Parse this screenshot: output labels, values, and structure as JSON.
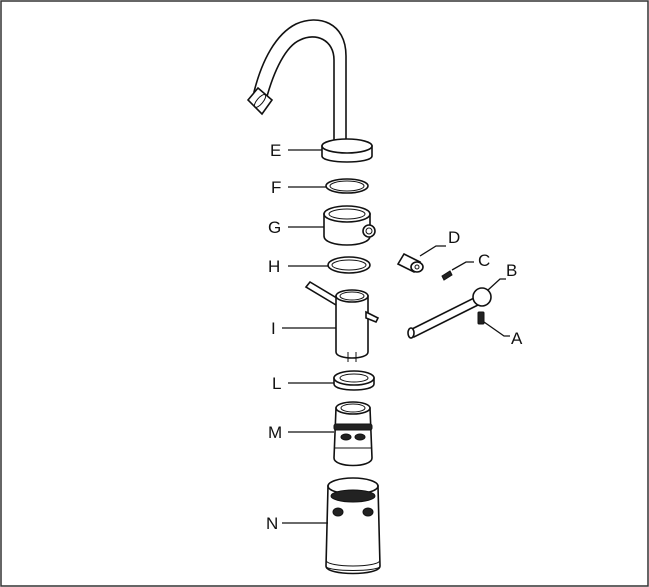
{
  "labels": {
    "A": "A",
    "B": "B",
    "C": "C",
    "D": "D",
    "E": "E",
    "F": "F",
    "G": "G",
    "H": "H",
    "I": "I",
    "L": "L",
    "M": "M",
    "N": "N"
  },
  "colors": {
    "line": "#111111",
    "background": "#ffffff",
    "border": "#333333"
  }
}
